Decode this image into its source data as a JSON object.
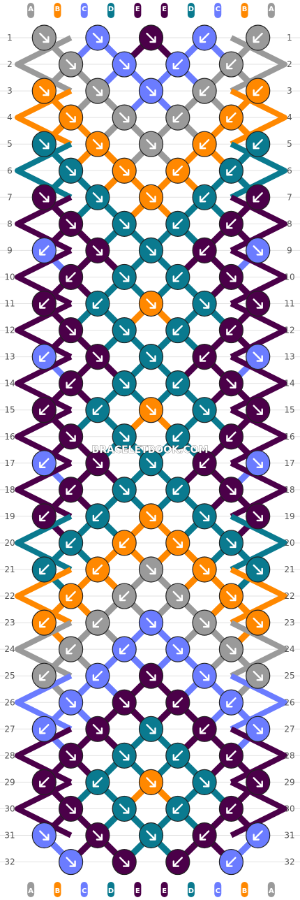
{
  "colors": {
    "A": "#9a9a9a",
    "B": "#ff8800",
    "C": "#6b7cff",
    "D": "#0a7a8f",
    "E": "#4b0049"
  },
  "thread_labels_top": [
    "A",
    "B",
    "C",
    "D",
    "E",
    "E",
    "D",
    "C",
    "B",
    "A"
  ],
  "thread_labels_bottom": [
    "A",
    "B",
    "C",
    "D",
    "E",
    "E",
    "D",
    "C",
    "B",
    "A"
  ],
  "rows_left": [
    "1",
    "2",
    "3",
    "4",
    "5",
    "6",
    "7",
    "8",
    "9",
    "10",
    "11",
    "12",
    "13",
    "14",
    "15",
    "16",
    "17",
    "18",
    "19",
    "20",
    "21",
    "22",
    "23",
    "24",
    "25",
    "26",
    "27",
    "28",
    "29",
    "30",
    "31",
    "32"
  ],
  "rows_right": [
    "1",
    "2",
    "3",
    "4",
    "5",
    "6",
    "7",
    "8",
    "9",
    "10",
    "11",
    "12",
    "13",
    "14",
    "15",
    "16",
    "17",
    "18",
    "19",
    "20",
    "21",
    "22",
    "23",
    "24",
    "25",
    "26",
    "27",
    "28",
    "29",
    "30",
    "31",
    "32"
  ],
  "watermark": "BRACELETBOOK.COM",
  "knots": [
    [
      "A",
      "C",
      "E",
      "C",
      "A"
    ],
    [
      "A",
      "C",
      "C",
      "A"
    ],
    [
      "B",
      "A",
      "C",
      "A",
      "B"
    ],
    [
      "B",
      "A",
      "A",
      "B"
    ],
    [
      "D",
      "B",
      "A",
      "B",
      "D"
    ],
    [
      "D",
      "B",
      "B",
      "D"
    ],
    [
      "E",
      "D",
      "B",
      "D",
      "E"
    ],
    [
      "E",
      "D",
      "D",
      "E"
    ],
    [
      "C",
      "E",
      "D",
      "E",
      "C"
    ],
    [
      "E",
      "D",
      "D",
      "E"
    ],
    [
      "E",
      "D",
      "B",
      "D",
      "E"
    ],
    [
      "E",
      "D",
      "D",
      "E"
    ],
    [
      "C",
      "E",
      "D",
      "E",
      "C"
    ],
    [
      "E",
      "D",
      "D",
      "E"
    ],
    [
      "E",
      "D",
      "B",
      "D",
      "E"
    ],
    [
      "E",
      "D",
      "D",
      "E"
    ],
    [
      "C",
      "E",
      "D",
      "E",
      "C"
    ],
    [
      "E",
      "D",
      "D",
      "E"
    ],
    [
      "E",
      "D",
      "B",
      "D",
      "E"
    ],
    [
      "D",
      "B",
      "B",
      "D"
    ],
    [
      "D",
      "B",
      "A",
      "B",
      "D"
    ],
    [
      "B",
      "A",
      "A",
      "B"
    ],
    [
      "B",
      "A",
      "C",
      "A",
      "B"
    ],
    [
      "A",
      "C",
      "C",
      "A"
    ],
    [
      "A",
      "C",
      "E",
      "C",
      "A"
    ],
    [
      "C",
      "E",
      "E",
      "C"
    ],
    [
      "C",
      "E",
      "D",
      "E",
      "C"
    ],
    [
      "E",
      "D",
      "D",
      "E"
    ],
    [
      "E",
      "D",
      "B",
      "D",
      "E"
    ],
    [
      "E",
      "D",
      "D",
      "E"
    ],
    [
      "C",
      "E",
      "D",
      "E",
      "C"
    ],
    [
      "C",
      "E",
      "E",
      "C"
    ]
  ],
  "arrows": [
    [
      "se",
      "se",
      "se",
      "sw",
      "sw"
    ],
    [
      "se",
      "se",
      "sw",
      "sw"
    ],
    [
      "se",
      "se",
      "se",
      "sw",
      "sw"
    ],
    [
      "se",
      "se",
      "sw",
      "sw"
    ],
    [
      "se",
      "se",
      "se",
      "sw",
      "sw"
    ],
    [
      "se",
      "se",
      "sw",
      "sw"
    ],
    [
      "se",
      "se",
      "se",
      "sw",
      "sw"
    ],
    [
      "se",
      "se",
      "sw",
      "sw"
    ],
    [
      "sw",
      "se",
      "se",
      "sw",
      "se"
    ],
    [
      "sw",
      "se",
      "sw",
      "se"
    ],
    [
      "sw",
      "sw",
      "se",
      "se",
      "se"
    ],
    [
      "se",
      "se",
      "sw",
      "sw"
    ],
    [
      "sw",
      "se",
      "se",
      "sw",
      "se"
    ],
    [
      "sw",
      "se",
      "sw",
      "se"
    ],
    [
      "sw",
      "sw",
      "se",
      "se",
      "se"
    ],
    [
      "se",
      "se",
      "sw",
      "sw"
    ],
    [
      "sw",
      "se",
      "se",
      "sw",
      "se"
    ],
    [
      "sw",
      "se",
      "sw",
      "se"
    ],
    [
      "sw",
      "sw",
      "se",
      "se",
      "se"
    ],
    [
      "sw",
      "sw",
      "se",
      "se"
    ],
    [
      "sw",
      "sw",
      "se",
      "se",
      "se"
    ],
    [
      "sw",
      "sw",
      "se",
      "se"
    ],
    [
      "sw",
      "sw",
      "se",
      "se",
      "se"
    ],
    [
      "sw",
      "sw",
      "se",
      "se"
    ],
    [
      "sw",
      "sw",
      "se",
      "se",
      "se"
    ],
    [
      "se",
      "se",
      "sw",
      "sw"
    ],
    [
      "sw",
      "se",
      "se",
      "sw",
      "se"
    ],
    [
      "se",
      "se",
      "sw",
      "sw"
    ],
    [
      "sw",
      "sw",
      "se",
      "se",
      "se"
    ],
    [
      "se",
      "se",
      "sw",
      "sw"
    ],
    [
      "se",
      "se",
      "se",
      "sw",
      "sw"
    ],
    [
      "se",
      "se",
      "sw",
      "sw"
    ]
  ]
}
